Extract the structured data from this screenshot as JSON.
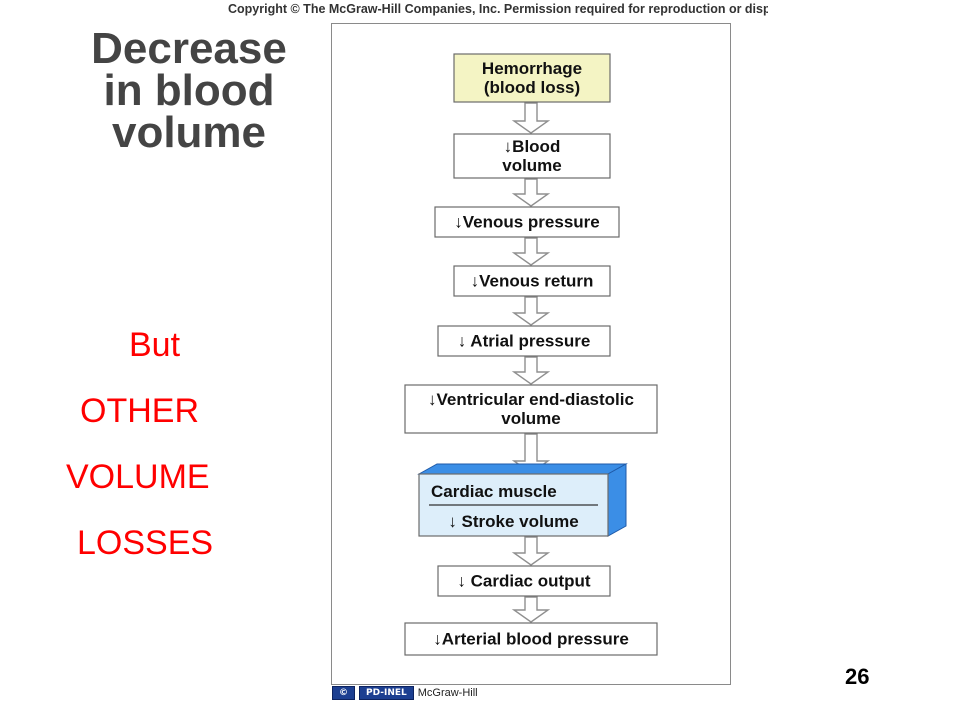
{
  "slide": {
    "copyright": "Copyright © The McGraw-Hill Companies, Inc. Permission required for reproduction or display.",
    "heading": [
      "Decrease",
      "in blood",
      "volume"
    ],
    "side_text": [
      "But",
      "OTHER",
      "VOLUME",
      "LOSSES"
    ],
    "page_number": "26",
    "badge_left": "©",
    "badge_right": "PD-INEL",
    "publisher": "McGraw-Hill"
  },
  "colors": {
    "first_node_fill": "#f4f4c4",
    "node_fill": "#ffffff",
    "box3d_front": "#ddeefa",
    "box3d_side": "#3b8ee6",
    "arrow_stroke": "#8f8f8f",
    "side_text": "#ff0000"
  },
  "nodes": [
    {
      "id": "hemorrhage",
      "lines": [
        "Hemorrhage",
        "(blood loss)"
      ]
    },
    {
      "id": "blood-volume",
      "lines": [
        "↓Blood",
        "volume"
      ]
    },
    {
      "id": "venous-pressure",
      "lines": [
        "↓Venous pressure"
      ]
    },
    {
      "id": "venous-return",
      "lines": [
        "↓Venous return"
      ]
    },
    {
      "id": "atrial-pressure",
      "lines": [
        "↓ Atrial pressure"
      ]
    },
    {
      "id": "ventricular-edv",
      "lines": [
        "↓Ventricular end-diastolic",
        "volume"
      ]
    },
    {
      "id": "cardiac-muscle",
      "lines": [
        "Cardiac muscle",
        "↓ Stroke volume"
      ]
    },
    {
      "id": "cardiac-output",
      "lines": [
        "↓ Cardiac output"
      ]
    },
    {
      "id": "arterial-pressure",
      "lines": [
        "↓Arterial blood pressure"
      ]
    }
  ]
}
